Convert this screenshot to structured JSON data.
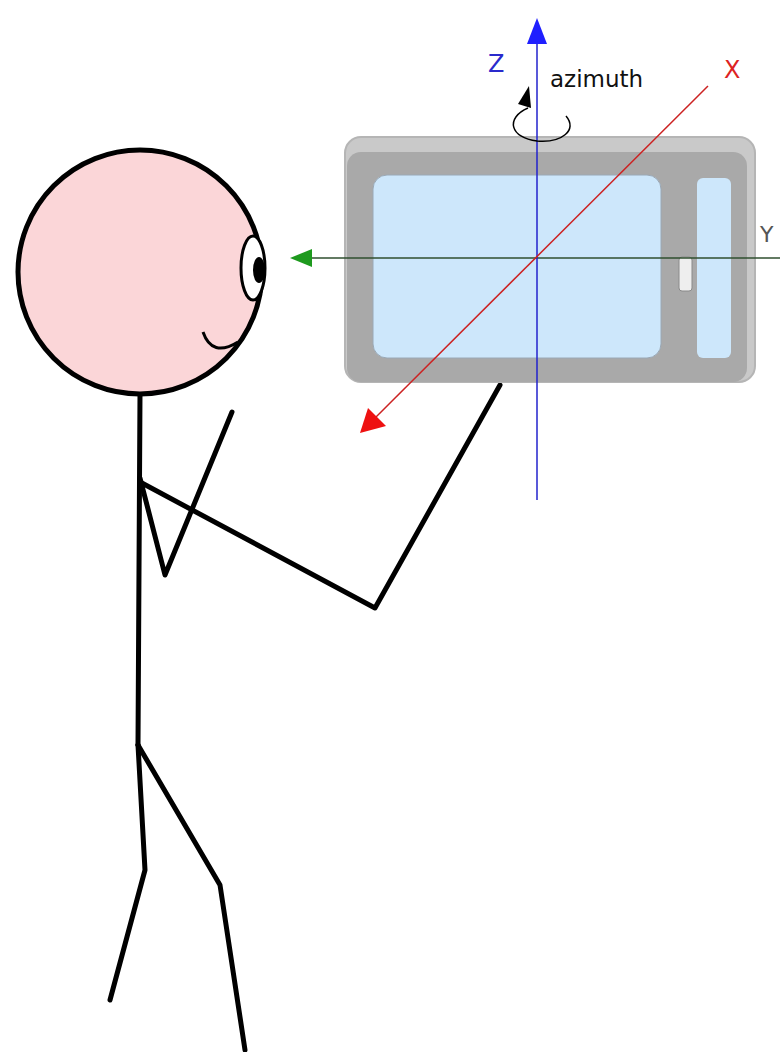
{
  "diagram": {
    "labels": [
      "Z",
      "azimuth",
      "X",
      "Y"
    ]
  }
}
